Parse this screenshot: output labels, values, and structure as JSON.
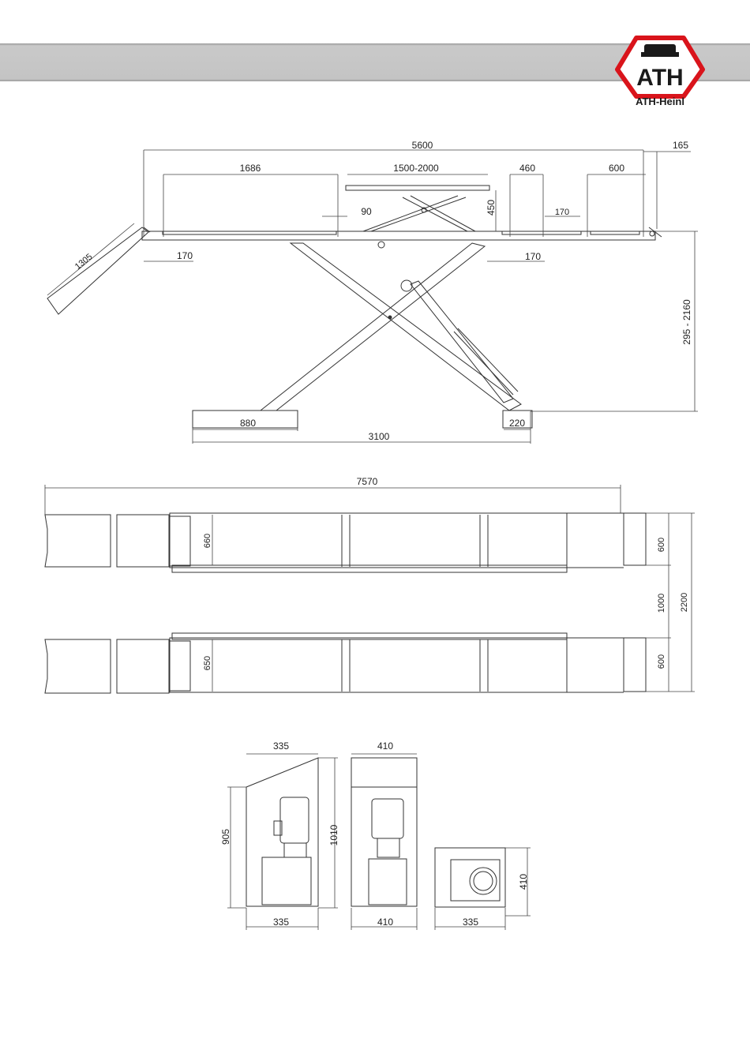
{
  "brand": {
    "logo_letters": "ATH",
    "name": "ATH-Heinl",
    "color": "#d9141b"
  },
  "side_view": {
    "overall_length": "5600",
    "end_offset": "165",
    "front_section": "1686",
    "center_table": "1500-2000",
    "rear_section_a": "460",
    "rear_section_b": "600",
    "table_height": "450",
    "gap": "90",
    "pad_width": "170",
    "left_offset": "170",
    "right_offset": "170",
    "ramp_length": "1305",
    "height_range": "295 - 2160",
    "base_front": "880",
    "base_rear": "220",
    "base_length": "3100"
  },
  "top_view": {
    "overall_length": "7570",
    "runway1_width": "660",
    "runway2_width": "650",
    "pad1_width": "600",
    "pad2_width": "600",
    "gap": "1000",
    "total_width": "2200"
  },
  "power_unit": {
    "side_top": "335",
    "side_height": "905",
    "side_total_height": "1010",
    "side_bottom": "335",
    "front_top": "410",
    "front_bottom": "410",
    "plan_width": "335",
    "plan_depth": "410"
  }
}
